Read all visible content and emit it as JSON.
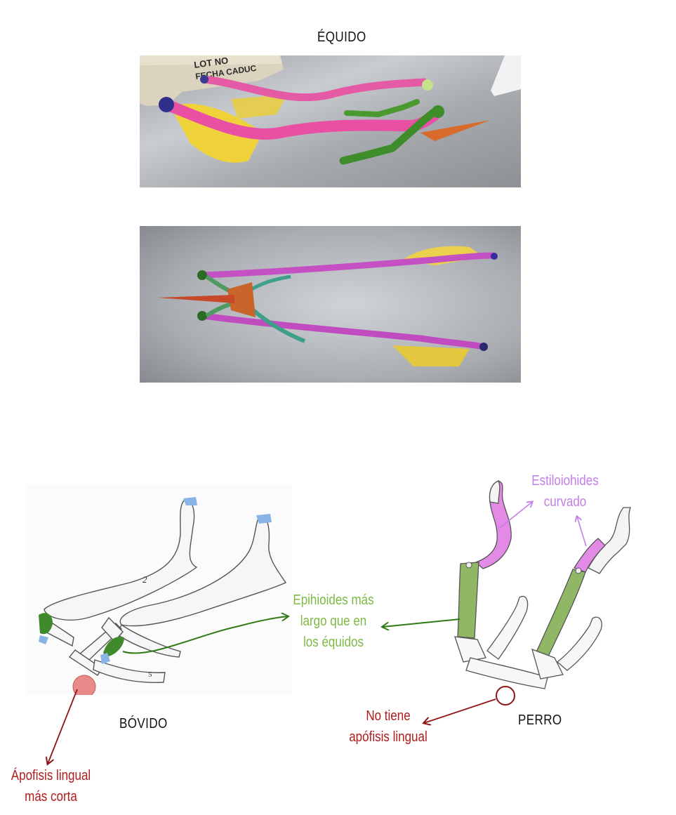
{
  "colors": {
    "purple": "#c37fe6",
    "green": "#7dba45",
    "dark_green": "#2f7a14",
    "red": "#b01c1c",
    "dark_red": "#8f1515",
    "pink_bone": "#ea56a8",
    "yellow_bone": "#f0d23a",
    "green_bone": "#3b8a2c",
    "orange_bone": "#d46426",
    "blue_cartilage": "#8fb8e8",
    "magenta_drawing": "#e489e8",
    "green_drawing": "#8db86a",
    "salmon_drawing": "#e78a8a"
  },
  "titles": {
    "equido": "ÉQUIDO",
    "bovido": "BÓVIDO",
    "perro": "PERRO"
  },
  "box_text": {
    "line1": "LOT NO",
    "line2": "FECHA CADUC"
  },
  "labels": {
    "estiloiohides": [
      "Estiloiohides",
      "curvado"
    ],
    "epihioides": [
      "Epihioides más",
      "largo que en",
      "los équidos"
    ],
    "no_tiene": [
      "No tiene",
      "apófisis lingual"
    ],
    "apofisis": [
      "Ápofisis lingual",
      "más corta"
    ]
  },
  "drawing_numbers": {
    "bovido_2": "2",
    "bovido_5": "5"
  }
}
